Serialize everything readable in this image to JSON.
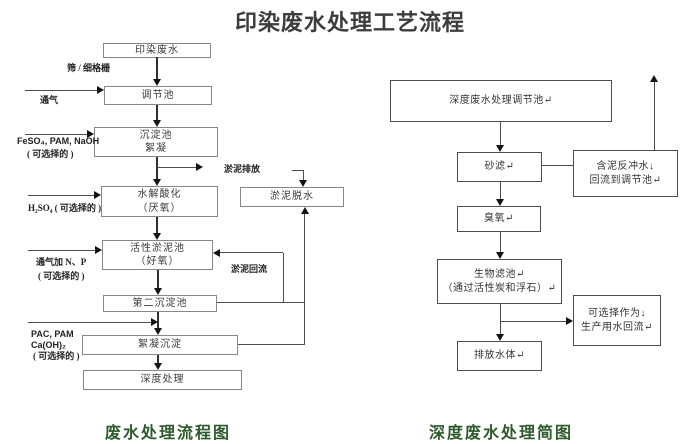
{
  "title": "印染废水处理工艺流程",
  "colors": {
    "caption_green": "#2d5a2b",
    "line_gray": "#4e4e4e",
    "box_border": "#878787"
  },
  "left": {
    "caption": "废水处理流程图",
    "boxes": {
      "raw": {
        "line1": "印染废水"
      },
      "adjust": {
        "line1": "调节池"
      },
      "sediment": {
        "line1": "沉淀池",
        "line2": "絮凝"
      },
      "hydrolysis": {
        "line1": "水解酸化",
        "line2": "（厌氧）"
      },
      "activated": {
        "line1": "活性淤泥池",
        "line2": "（好氧）"
      },
      "secondary": {
        "line1": "第二沉淀池"
      },
      "coagulate": {
        "line1": "絮凝沉淀"
      },
      "advanced": {
        "line1": "深度处理"
      },
      "dewater": {
        "line1": "淤泥脱水"
      }
    },
    "labels": {
      "screen": "筛 / 细格栅",
      "aeration": "通气",
      "feso4": "FeSO₄, PAM, NaOH",
      "optional1": "( 可选择的 )",
      "h2so4": "H₂SO₄ ( 可选择的 )",
      "aeration_np": "通气加 N、P",
      "optional2": "( 可选择的 )",
      "pac": "PAC, PAM",
      "caoh2": "Ca(OH)₂",
      "optional3": "( 可选择的 )",
      "sludge_discharge": "淤泥排放",
      "sludge_return": "淤泥回流"
    }
  },
  "right": {
    "caption": "深度废水处理简图",
    "boxes": {
      "adjust": {
        "line1": "深度废水处理调节池↵"
      },
      "sand": {
        "line1": "砂滤↵"
      },
      "backwash": {
        "line1": "含泥反冲水↓",
        "line2": "回流到调节池↵"
      },
      "ozone": {
        "line1": "臭氧↵"
      },
      "biofilter": {
        "line1": "生物滤池↵",
        "line2": "（通过活性炭和浮石）↵"
      },
      "reuse": {
        "line1": "可选择作为↓",
        "line2": "生产用水回流↵"
      },
      "discharge": {
        "line1": "排放水体↵"
      }
    }
  }
}
